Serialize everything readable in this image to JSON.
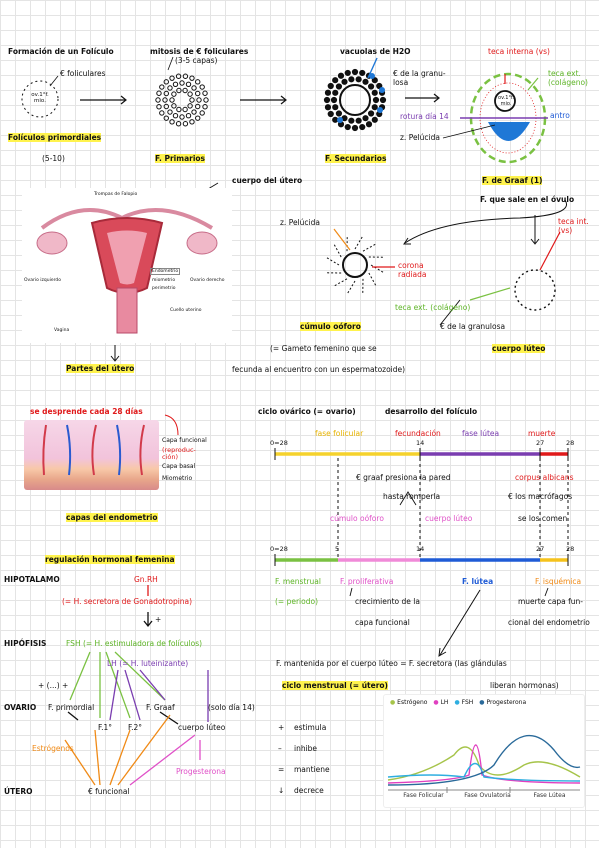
{
  "s1": {
    "title": "Formación de un Folículo",
    "ov_label": "ov.1°f. mio.",
    "foliculares": "€ foliculares",
    "primordiales": "Folículos primordiales",
    "count": "(5-10)",
    "mitosis": "mitosis de € foliculares",
    "capas": "(3-5 capas)",
    "f_primarios": "F. Primarios",
    "vacuolas": "vacuolas de H2O",
    "granulosa": "€ de la granu- losa",
    "f_secundarios": "F. Secundarios",
    "teca_int": "teca interna (vs)",
    "teca_ext": "teca ext. (colágeno)",
    "antro": "antro",
    "ovulo_label": "ov.1°f. mio.",
    "rotura": "rotura día 14",
    "pellucida": "z. Pelúcida"
  },
  "s2": {
    "cuerpo_utero": "cuerpo del útero",
    "f_graaf": "F. de Graaf (1)",
    "sale_ovulo": "F. que sale en el óvulo",
    "pellucida": "z. Pelúcida",
    "corona": "corona radiada",
    "teca_int": "teca int. (vs)",
    "teca_ext": "teca ext. (colágeno)",
    "cumulo": "cúmulo oóforo",
    "granulosa": "€ de la granulosa",
    "gameto": "(= Gameto femenino que se",
    "fecunda": "fecunda al encuentro con un espermatozoide)",
    "cuerpo_luteo": "cuerpo lúteo",
    "partes": "Partes del útero",
    "img_trompa": "Trompas de Falopio",
    "img_endometrio": "Endometrio",
    "img_miometrio": "miometrio",
    "img_perimetrio": "perimetrio",
    "img_ovario_izq": "Ovario izquierdo",
    "img_ovario_der": "Ovario derecho",
    "img_cuello": "Cuello uterino",
    "img_vagina": "Vagina"
  },
  "s3": {
    "desprende": "se desprende cada 28 días",
    "capa_funcional": "Capa funcional",
    "reproducc": "(reproduc- ción)",
    "capa_basal": "Capa basal",
    "miometrio": "Miometrio",
    "capas": "capas del endometrio",
    "ciclo": "ciclo ovárico (= ovario)",
    "desarrollo": "desarrollo del folículo",
    "fase_folicular": "fase folicular",
    "fecundacion": "fecundación",
    "fase_lutea": "fase lútea",
    "muerte": "muerte",
    "t0": "0=28",
    "t14": "14",
    "t27": "27",
    "t28": "28",
    "t5": "5",
    "graaf_presiona": "€ graaf presiona la pared",
    "hasta_romper": "hasta romperla",
    "corpus": "corpus albicans",
    "macrofagos": "€ los macrófagos",
    "se_comen": "se los comen",
    "cumulo": "cúmulo oóforo",
    "cuerpo_luteo": "cuerpo lúteo",
    "f_menstrual": "F. menstrual",
    "f_proliferativa": "F. proliferativa",
    "f_lutea": "F. lútea",
    "f_isquemica": "F. isquémica",
    "periodo": "(= periodo)",
    "crecimiento": "crecimiento de la",
    "capa_funcional2": "capa funcional",
    "muerte_capa": "muerte capa fun-",
    "cional": "cional del endometrio"
  },
  "s4": {
    "regulacion": "regulación hormonal femenina",
    "hipotalamo": "HIPOTALAMO",
    "gnrh": "Gn.RH",
    "gnrh_def": "(= H. secretora de Gonadotropina)",
    "plus": "+",
    "hipofisis": "HIPÓFISIS",
    "fsh": "FSH (= H. estimuladora de folículos)",
    "lh": "LH (= H. luteinizante)",
    "ovario": "OVARIO",
    "f_primordial": "F. primordial",
    "f_graaf": "F. Graaf",
    "solo_dia": "(solo día 14)",
    "f1": "F.1°",
    "f2": "F.2°",
    "cuerpo_luteo": "cuerpo lúteo",
    "estrogenos": "Estrógenos",
    "progesterona": "Progesterona",
    "utero": "ÚTERO",
    "funcional": "€ funcional",
    "plus_dots": "+ (...) +",
    "legend_plus": "estimula",
    "legend_minus": "inhibe",
    "legend_eq": "mantiene",
    "legend_down": "decrece",
    "sym_plus": "+",
    "sym_minus": "–",
    "sym_eq": "=",
    "sym_down": "↓",
    "mantenida": "F. mantenida por el cuerpo lúteo = F. secretora (las glándulas",
    "ciclo_menstrual": "ciclo menstrual (= útero)",
    "liberan": "liberan hormonas)"
  },
  "hormone_chart": {
    "legend": [
      "Estrógeno",
      "LH",
      "FSH",
      "Progesterona"
    ],
    "colors": [
      "#a6c44a",
      "#e040c0",
      "#2eaee0",
      "#2a6a9a"
    ],
    "phases": [
      "Fase Folicular",
      "Fase Ovulatoria",
      "Fase Lútea"
    ]
  }
}
